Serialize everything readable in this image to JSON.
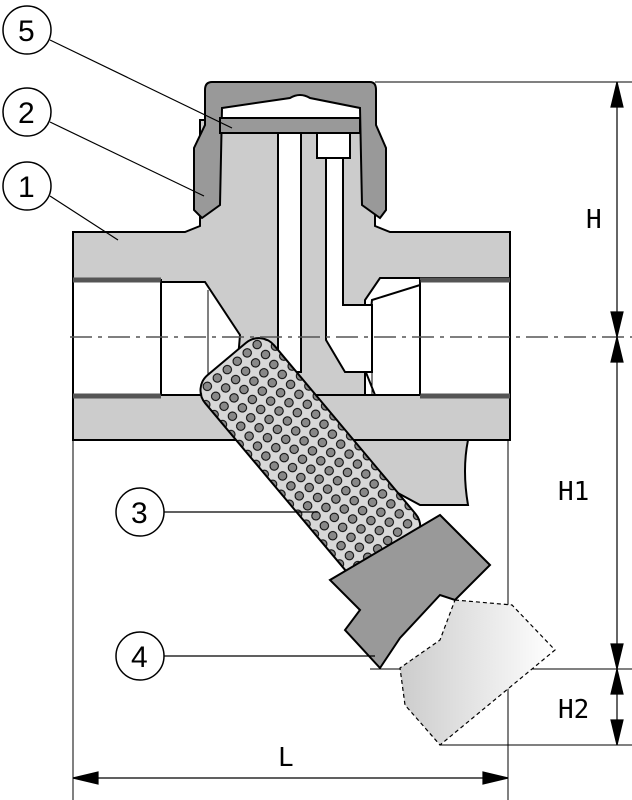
{
  "diagram": {
    "callouts": [
      "5",
      "2",
      "1",
      "3",
      "4"
    ],
    "dimensions": {
      "H": "H",
      "H1": "H1",
      "H2": "H2",
      "L": "L"
    },
    "colors": {
      "body": "#cccccc",
      "cap": "#999999",
      "plug": "#999999",
      "outline": "#000000"
    }
  }
}
